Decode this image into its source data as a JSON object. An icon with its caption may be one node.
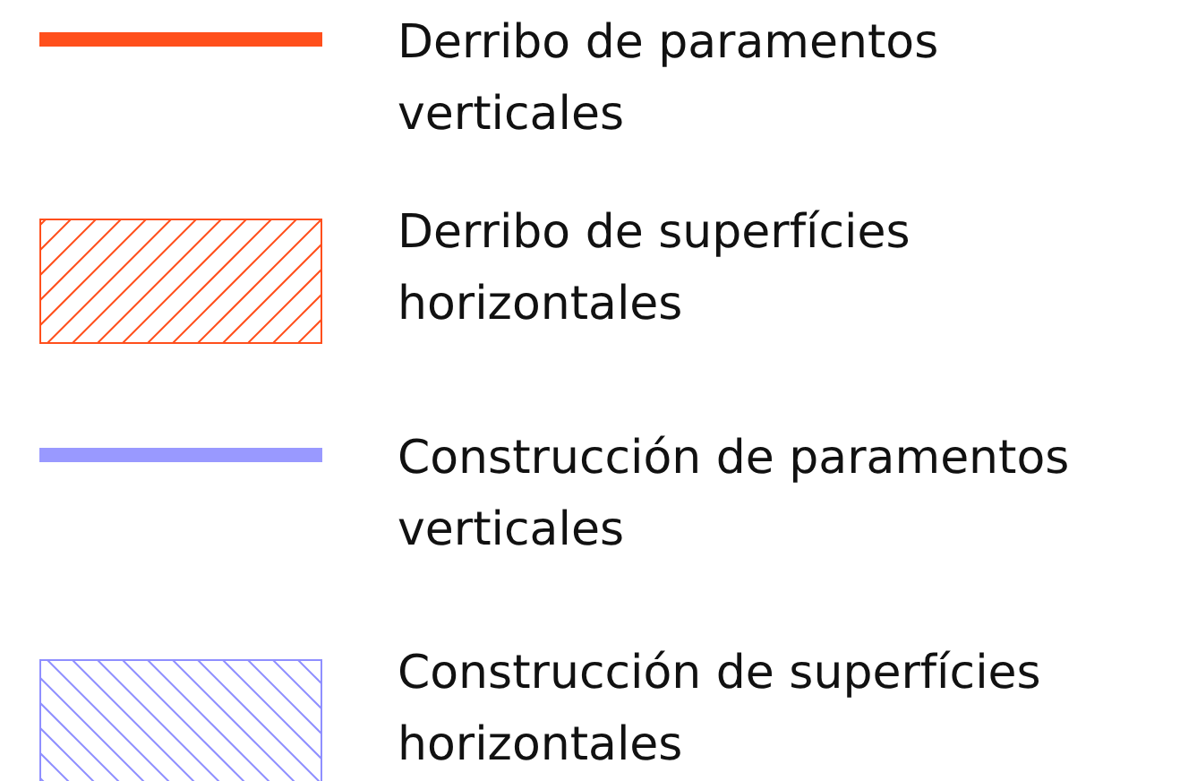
{
  "diagram": {
    "legend": [
      {
        "text": "Derribo de paramentos verticales"
      },
      {
        "text": "Derribo de superfícies horizontales"
      },
      {
        "text": "Construcción de paramentos verticales"
      },
      {
        "text": "Construcción de superfícies horizontales"
      }
    ]
  }
}
